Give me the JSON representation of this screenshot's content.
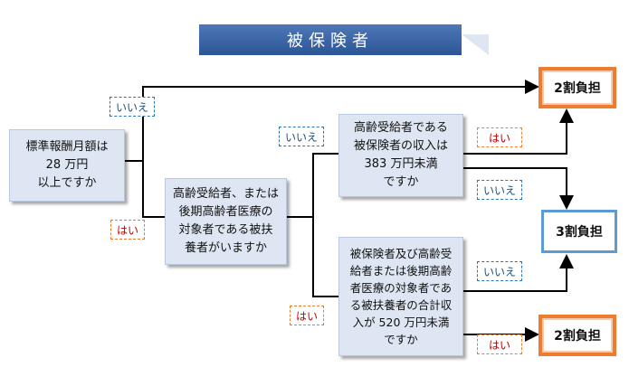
{
  "title": "被保険者",
  "questions": {
    "q1": [
      "標準報酬月額は",
      "28 万円",
      "以上ですか"
    ],
    "q2": [
      "高齢受給者、または",
      "後期高齢者医療の",
      "対象者である被扶",
      "養者がいますか"
    ],
    "q3": [
      "高齢受給者である",
      "被保険者の収入は",
      "383 万円未満",
      "ですか"
    ],
    "q4": [
      "被保険者及び高齢受",
      "給者または後期高齢",
      "者医療の対象者であ",
      "る被扶養者の合計収",
      "入が 520 万円未満",
      "ですか"
    ]
  },
  "results": {
    "top": "2割負担",
    "middle": "3割負担",
    "bottom": "2割負担"
  },
  "labels": {
    "no": "いいえ",
    "yes": "はい"
  },
  "colors": {
    "title_bg": "#2c5596",
    "box_bg": "#dde6f2",
    "result_orange": "#ec7c30",
    "result_blue": "#5b9bd5"
  }
}
